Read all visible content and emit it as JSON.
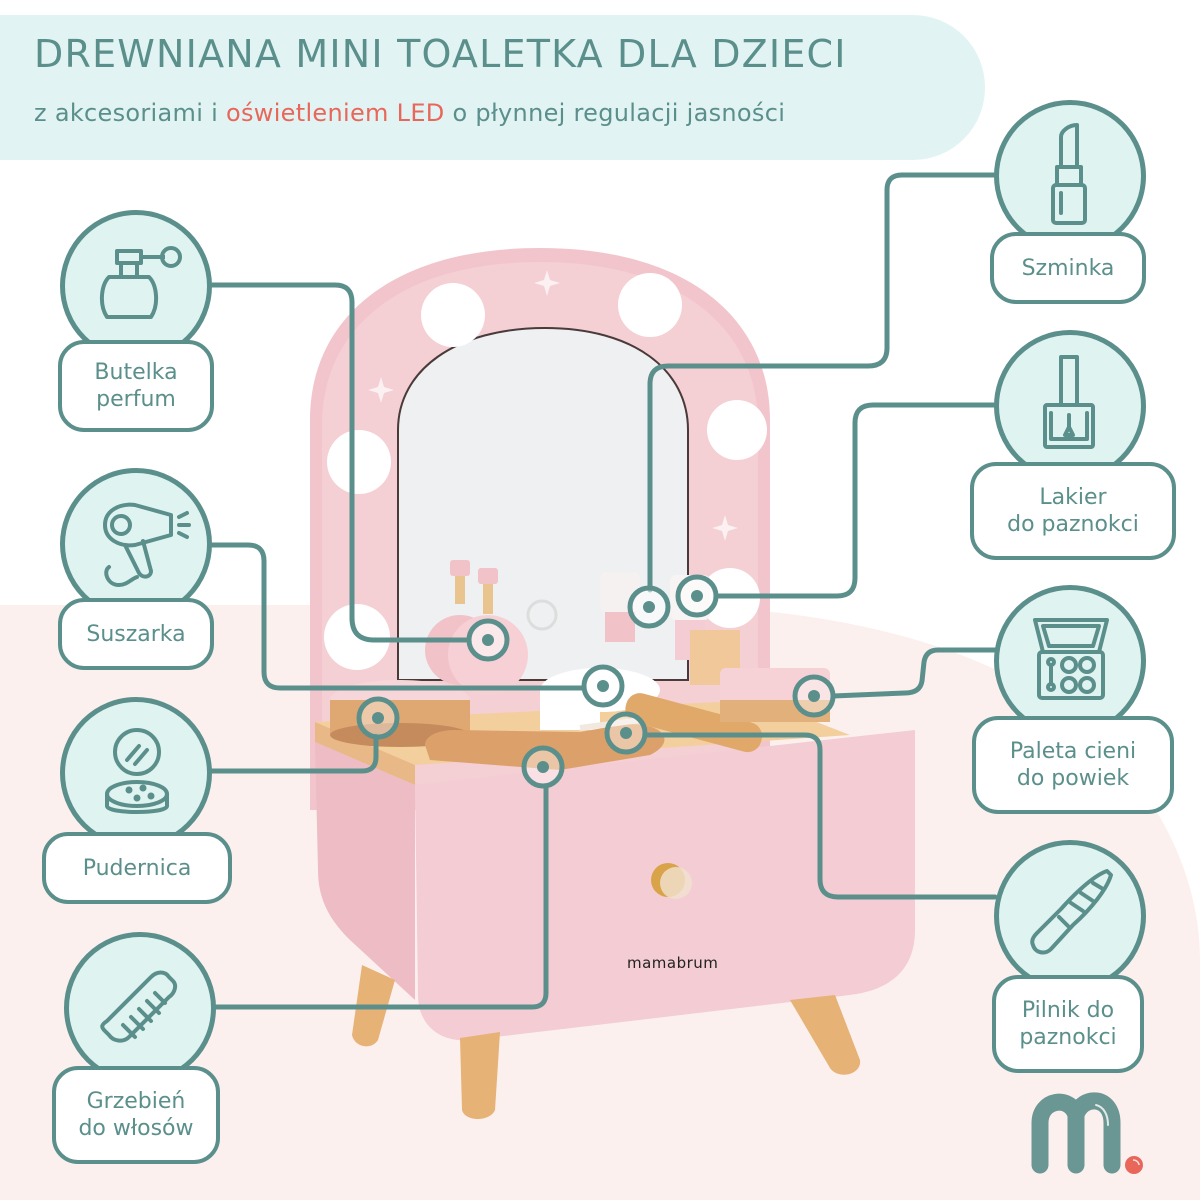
{
  "header": {
    "title": "DREWNIANA MINI TOALETKA DLA DZIECI",
    "subtitle_before": "z akcesoriami i ",
    "subtitle_highlight": "oświetleniem LED",
    "subtitle_after": " o płynnej regulacji jasności"
  },
  "colors": {
    "accent_teal": "#5b8f8b",
    "header_bg": "#e1f4f3",
    "icon_fill": "#dff3f1",
    "highlight_red": "#e8675a",
    "pink_bg": "#fbf0ee",
    "product_pink": "#f2c9cf"
  },
  "callouts": [
    {
      "id": "perfume",
      "icon": "perfume-bottle-icon",
      "line1": "Butelka",
      "line2": "perfum"
    },
    {
      "id": "dryer",
      "icon": "hair-dryer-icon",
      "line1": "Suszarka",
      "line2": ""
    },
    {
      "id": "powder",
      "icon": "powder-compact-icon",
      "line1": "Pudernica",
      "line2": ""
    },
    {
      "id": "comb",
      "icon": "comb-icon",
      "line1": "Grzebień",
      "line2": "do włosów"
    },
    {
      "id": "lipstick",
      "icon": "lipstick-icon",
      "line1": "Szminka",
      "line2": ""
    },
    {
      "id": "nailpolish",
      "icon": "nail-polish-icon",
      "line1": "Lakier",
      "line2": "do paznokci"
    },
    {
      "id": "palette",
      "icon": "eyeshadow-palette-icon",
      "line1": "Paleta cieni",
      "line2": "do powiek"
    },
    {
      "id": "nailfile",
      "icon": "nail-file-icon",
      "line1": "Pilnik do",
      "line2": "paznokci"
    }
  ],
  "product": {
    "brand_text": "mamabrum"
  },
  "logo": {
    "letter": "m"
  }
}
